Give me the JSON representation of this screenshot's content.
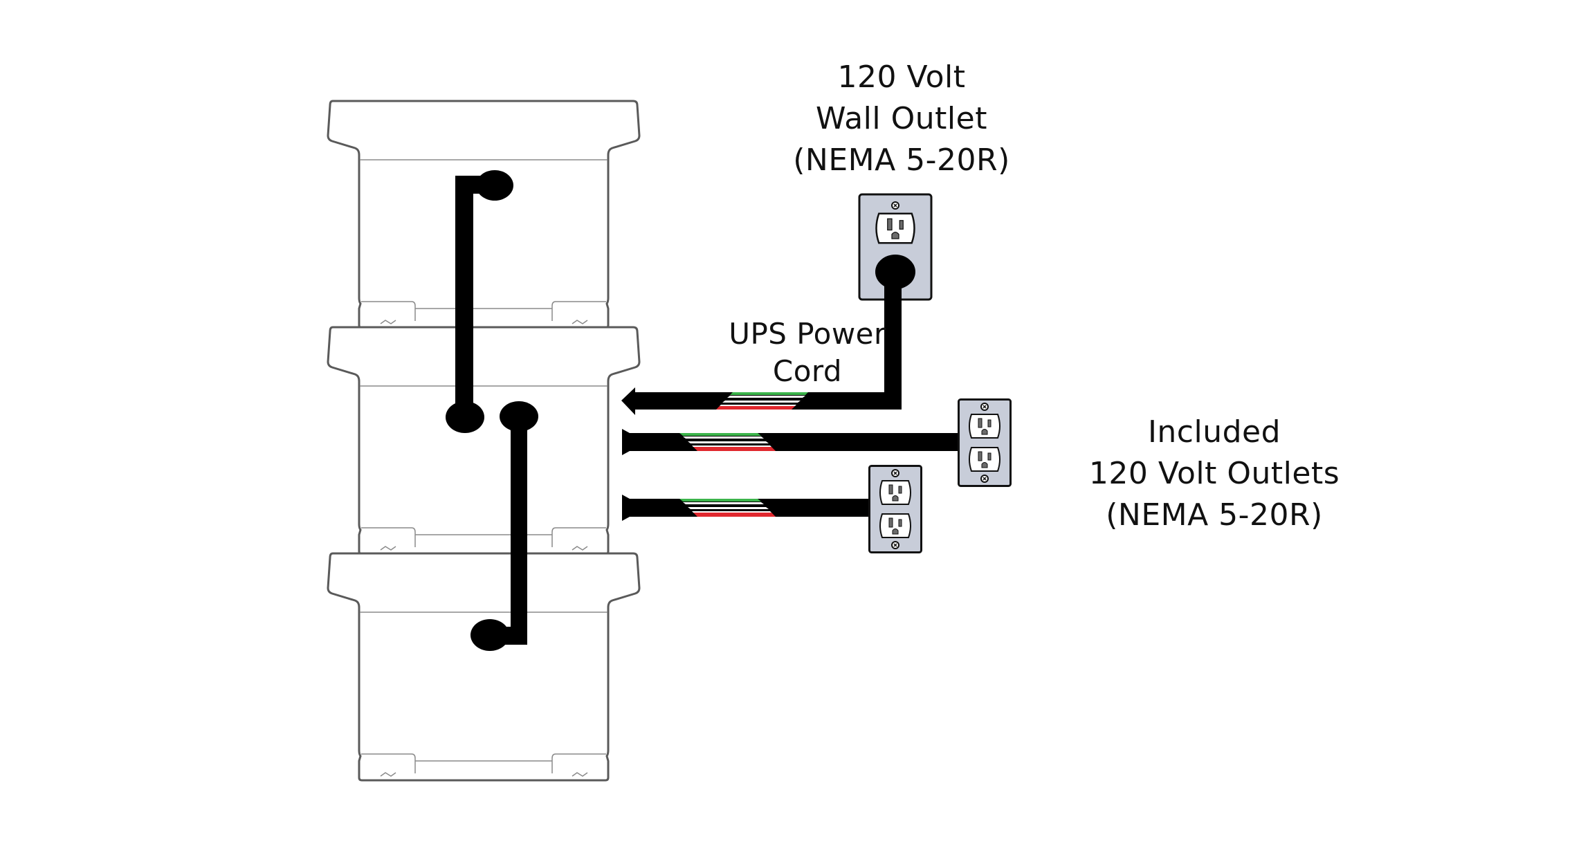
{
  "labels": {
    "wall_outlet": [
      "120 Volt",
      "Wall Outlet",
      "(NEMA 5-20R)"
    ],
    "ups_cord": [
      "UPS Power",
      "Cord"
    ],
    "included_outlets": [
      "Included",
      "120 Volt Outlets",
      "(NEMA 5-20R)"
    ]
  },
  "components": {
    "battery_units": 3,
    "wall_outlet_receptacles": 1,
    "included_outlet_boxes": 2,
    "receptacles_per_included_box": 2,
    "output_cords": 2,
    "battery_link_cables": 2
  },
  "colors": {
    "cable": "#000000",
    "outline": "#5a5a5a",
    "plate": "#c8cdd9",
    "receptacle_face": "#ffffff",
    "slot": "#6b6b6b",
    "wire_green": "#3cb44b",
    "wire_red": "#e0282e",
    "wire_white": "#ffffff",
    "background": "#ffffff"
  }
}
